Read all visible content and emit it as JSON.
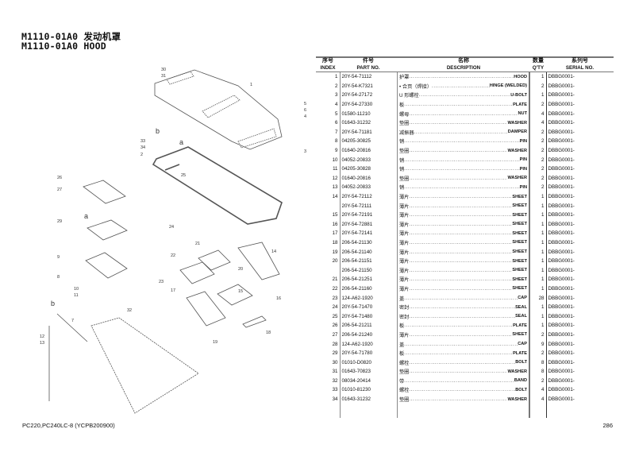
{
  "header": {
    "title_cn": "M1110-01A0 发动机罩",
    "title_en": "M1110-01A0 HOOD"
  },
  "table": {
    "headers_cn": [
      "序号",
      "件号",
      "名称",
      "数量",
      "系列号"
    ],
    "headers_en": [
      "INDEX",
      "PART NO.",
      "DESCRIPTION",
      "Q'TY",
      "SERIAL NO."
    ],
    "rows": [
      [
        "1",
        "20Y-54-71112",
        "护罩",
        "HOOD",
        "1",
        "DBBG0001-"
      ],
      [
        "2",
        "20Y-54-K7321",
        "• 合页（焊接）",
        "HINGE (WELDED)",
        "2",
        "DBBG0001-"
      ],
      [
        "3",
        "20Y-54-27172",
        "U 形螺栓",
        "U-BOLT",
        "1",
        "DBBG0001-"
      ],
      [
        "4",
        "20Y-54-27330",
        "板",
        "PLATE",
        "2",
        "DBBG0001-"
      ],
      [
        "5",
        "01580-11210",
        "螺母",
        "NUT",
        "4",
        "DBBG0001-"
      ],
      [
        "6",
        "01643-31232",
        "垫圈",
        "WASHER",
        "4",
        "DBBG0001-"
      ],
      [
        "7",
        "20Y-54-71181",
        "减振器",
        "DAMPER",
        "2",
        "DBBG0001-"
      ],
      [
        "8",
        "04205-30825",
        "销",
        "PIN",
        "2",
        "DBBG0001-"
      ],
      [
        "9",
        "01640-20816",
        "垫圈",
        "WASHER",
        "2",
        "DBBG0001-"
      ],
      [
        "10",
        "04052-20833",
        "销",
        "PIN",
        "2",
        "DBBG0001-"
      ],
      [
        "11",
        "04205-30828",
        "销",
        "PIN",
        "2",
        "DBBG0001-"
      ],
      [
        "12",
        "01640-20816",
        "垫圈",
        "WASHER",
        "2",
        "DBBG0001-"
      ],
      [
        "13",
        "04052-20833",
        "销",
        "PIN",
        "2",
        "DBBG0001-"
      ],
      [
        "14",
        "20Y-54-72112",
        "薄片",
        "SHEET",
        "1",
        "DBBG0001-"
      ],
      [
        "",
        "20Y-54-72111",
        "薄片",
        "SHEET",
        "1",
        "DBBG0001-"
      ],
      [
        "15",
        "20Y-54-72191",
        "薄片",
        "SHEET",
        "1",
        "DBBG0001-"
      ],
      [
        "16",
        "20Y-54-72881",
        "薄片",
        "SHEET",
        "1",
        "DBBG0001-"
      ],
      [
        "17",
        "20Y-54-72141",
        "薄片",
        "SHEET",
        "1",
        "DBBG0001-"
      ],
      [
        "18",
        "206-54-21130",
        "薄片",
        "SHEET",
        "1",
        "DBBG0001-"
      ],
      [
        "19",
        "206-54-21140",
        "薄片",
        "SHEET",
        "1",
        "DBBG0001-"
      ],
      [
        "20",
        "206-54-21151",
        "薄片",
        "SHEET",
        "1",
        "DBBG0001-"
      ],
      [
        "",
        "206-54-21150",
        "薄片",
        "SHEET",
        "1",
        "DBBG0001-"
      ],
      [
        "21",
        "206-54-21251",
        "薄片",
        "SHEET",
        "1",
        "DBBG0001-"
      ],
      [
        "22",
        "206-54-21160",
        "薄片",
        "SHEET",
        "1",
        "DBBG0001-"
      ],
      [
        "23",
        "124-A62-1920",
        "盖",
        "CAP",
        "28",
        "DBBG0001-"
      ],
      [
        "24",
        "20Y-54-71470",
        "密封",
        "SEAL",
        "1",
        "DBBG0001-"
      ],
      [
        "25",
        "20Y-54-71480",
        "密封",
        "SEAL",
        "1",
        "DBBG0001-"
      ],
      [
        "26",
        "206-54-21211",
        "板",
        "PLATE",
        "1",
        "DBBG0001-"
      ],
      [
        "27",
        "206-54-21240",
        "薄片",
        "SHEET",
        "2",
        "DBBG0001-"
      ],
      [
        "28",
        "124-A62-1920",
        "盖",
        "CAP",
        "9",
        "DBBG0001-"
      ],
      [
        "29",
        "20Y-54-71780",
        "板",
        "PLATE",
        "2",
        "DBBG0001-"
      ],
      [
        "30",
        "01010-D0820",
        "螺栓",
        "BOLT",
        "8",
        "DBBG0001-"
      ],
      [
        "31",
        "01643-70823",
        "垫圈",
        "WASHER",
        "8",
        "DBBG0001-"
      ],
      [
        "32",
        "08034-20414",
        "带",
        "BAND",
        "2",
        "DBBG0001-"
      ],
      [
        "33",
        "01010-81230",
        "螺栓",
        "BOLT",
        "4",
        "DBBG0001-"
      ],
      [
        "34",
        "01643-31232",
        "垫圈",
        "WASHER",
        "4",
        "DBBG0001-"
      ]
    ]
  },
  "diagram": {
    "callouts": [
      "30",
      "31",
      "1",
      "5",
      "6",
      "4",
      "b",
      "a",
      "33",
      "34",
      "2",
      "25",
      "24",
      "26",
      "27",
      "a",
      "29",
      "9",
      "8",
      "22",
      "21",
      "14",
      "23",
      "20",
      "15",
      "17",
      "16",
      "18",
      "b",
      "10",
      "11",
      "7",
      "32",
      "3",
      "12",
      "13",
      "19"
    ]
  },
  "footer": {
    "model": "PC220,PC240LC-8 (YCPB200900)",
    "page": "286"
  }
}
